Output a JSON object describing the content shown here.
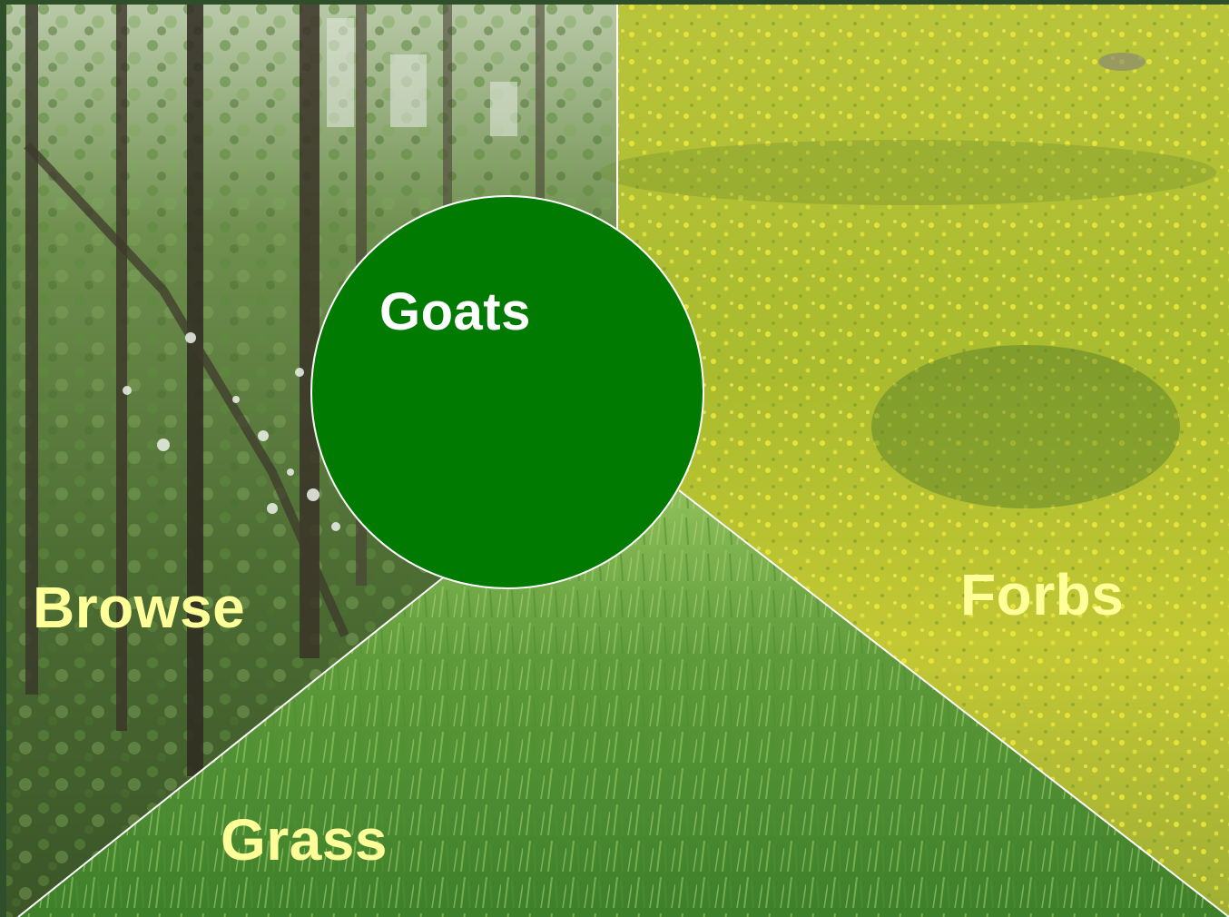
{
  "center": {
    "label": "Goats",
    "color": "#007a00"
  },
  "categories": [
    {
      "key": "browse",
      "label": "Browse"
    },
    {
      "key": "forbs",
      "label": "Forbs"
    },
    {
      "key": "grass",
      "label": "Grass"
    }
  ],
  "colors": {
    "label": "#ffff99",
    "center_label": "#ffffff",
    "frame": "#2f4f2a",
    "divider": "#ffffff"
  }
}
